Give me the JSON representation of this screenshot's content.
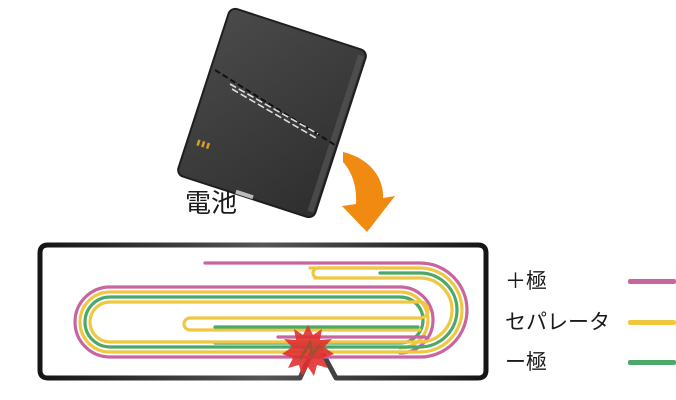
{
  "battery": {
    "label": "電池",
    "body_color": "#3a3a3a",
    "edge_color": "#1e1e1e",
    "contact_color": "#d8a020",
    "cut_line": "dashed"
  },
  "arrow": {
    "color": "#f08a10",
    "direction": "down"
  },
  "cell_case": {
    "stroke_color": "#2a2a2a",
    "dent": true
  },
  "short_circuit": {
    "burst_color": "#e03030",
    "burst_core": "#c04020"
  },
  "legend": {
    "items": [
      {
        "label": "＋極",
        "color": "#c865a0",
        "name": "positive-electrode"
      },
      {
        "label": "セパレータ",
        "color": "#f0c840",
        "name": "separator"
      },
      {
        "label": "ー極",
        "color": "#4aa868",
        "name": "negative-electrode"
      }
    ]
  }
}
